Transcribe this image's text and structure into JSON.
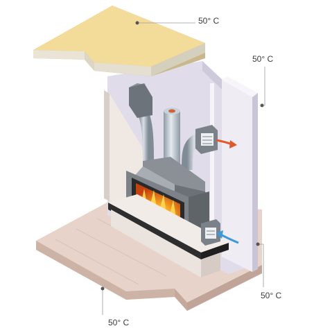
{
  "labels": {
    "ceiling_temp": "50° C",
    "wall_temp": "50° C",
    "side_temp": "50° C",
    "floor_temp": "50° C"
  },
  "colors": {
    "ceiling": "#f3dc9a",
    "floor": "#e2c9bf",
    "wall": "#dcd8e6",
    "hearth": "#2e2e2e",
    "flue": "#b8c3cc",
    "fire": "#f29a1c",
    "hot_air_arrow": "#e2572a",
    "cold_air_arrow": "#3d9ad6",
    "leader_line": "#9a9a9a"
  }
}
